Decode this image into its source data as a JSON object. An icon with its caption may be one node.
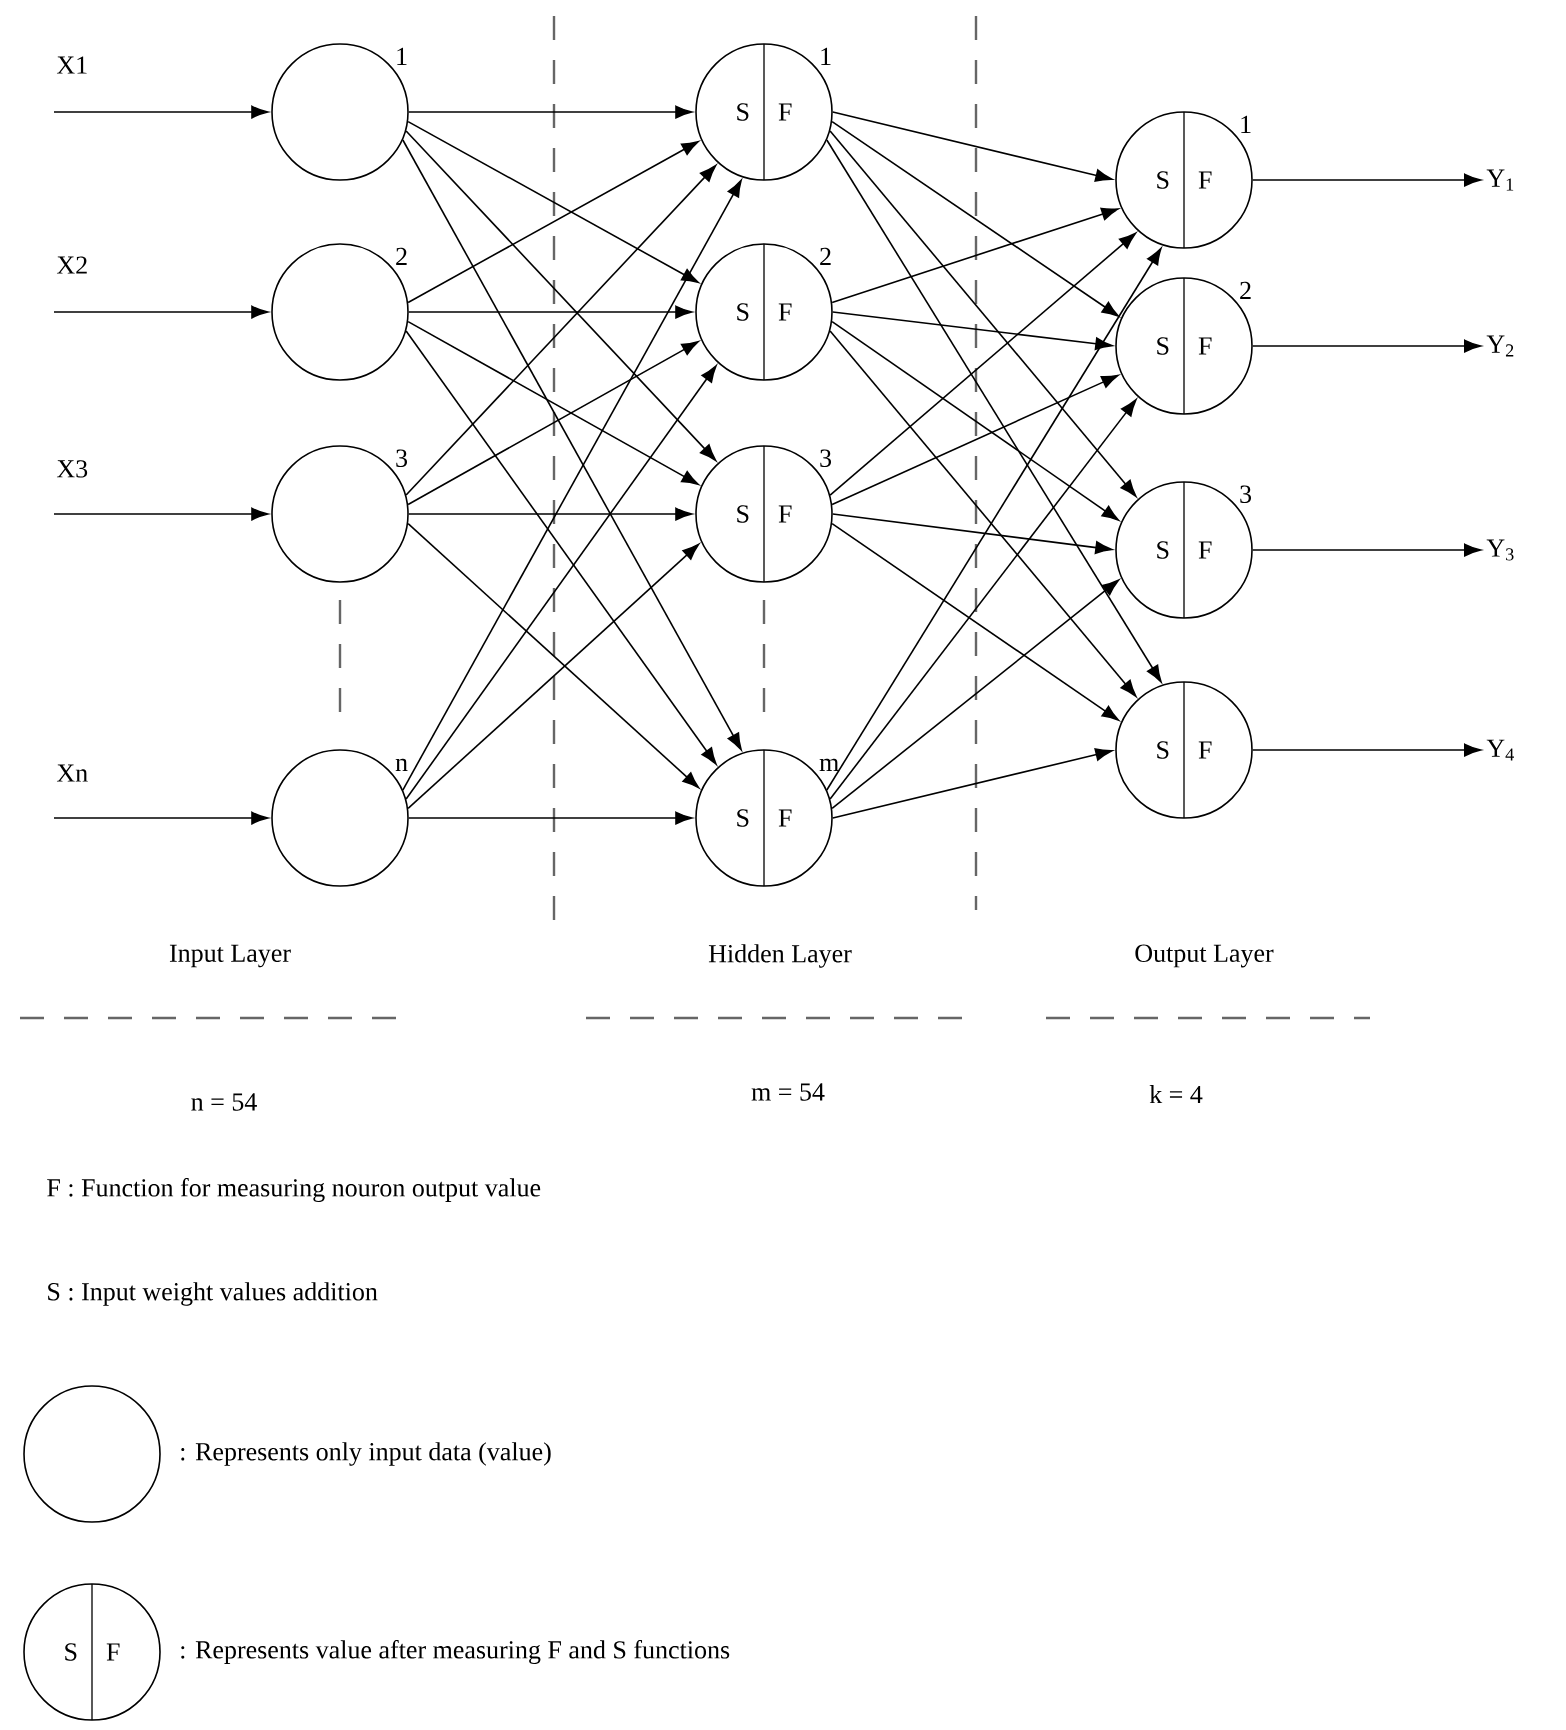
{
  "diagram": {
    "nodes": [
      {
        "text": [
          "X1"
        ]
      },
      {
        "text": [
          "X2"
        ]
      },
      {
        "text": [
          "X3"
        ]
      },
      {
        "text": [
          "Xn"
        ]
      },
      {
        "text": [],
        "shape": "circle",
        "beside": [
          "1"
        ]
      },
      {
        "text": [],
        "shape": "circle",
        "beside": [
          "2"
        ]
      },
      {
        "text": [],
        "shape": "circle",
        "beside": [
          "3"
        ]
      },
      {
        "text": [],
        "shape": "circle",
        "beside": [
          "n"
        ]
      },
      {
        "text": [
          "S",
          "F"
        ],
        "beside": [
          "1"
        ]
      },
      {
        "text": [
          "S",
          "F"
        ],
        "beside": [
          "2"
        ]
      },
      {
        "text": [
          "S",
          "F"
        ],
        "beside": [
          "3"
        ]
      },
      {
        "text": [
          "S",
          "F"
        ],
        "beside": [
          "m"
        ]
      },
      {
        "text": [
          "S",
          "F"
        ],
        "beside": [
          "1"
        ]
      },
      {
        "text": [
          "S",
          "F"
        ],
        "beside": [
          "2"
        ]
      },
      {
        "text": [
          "S",
          "F"
        ],
        "beside": [
          "3"
        ]
      },
      {
        "text": [
          "S",
          "F"
        ]
      },
      {
        "text": [
          "Y$_{1}$"
        ]
      },
      {
        "text": [
          "Y$_{2}$"
        ]
      },
      {
        "text": [
          "Y$_{3}$"
        ]
      },
      {
        "text": [
          "Y$_{4}$"
        ]
      },
      {
        "text": [],
        "shape": "circle",
        "beside": [
          ": Represents only input data (value)"
        ]
      },
      {
        "text": [
          "S",
          "F"
        ],
        "beside": [
          ": Represents value after measuring F and S functions"
        ]
      }
    ],
    "edges": [
      {
        "from": 0,
        "to": 4,
        "arrow": "to"
      },
      {
        "from": 1,
        "to": 5,
        "arrow": "to"
      },
      {
        "from": 2,
        "to": 6,
        "arrow": "to"
      },
      {
        "from": 3,
        "to": 7,
        "arrow": "to"
      },
      {
        "from": 4,
        "to": 8,
        "arrow": "to"
      },
      {
        "from": 4,
        "to": 9,
        "arrow": "to"
      },
      {
        "from": 4,
        "to": 10,
        "arrow": "to"
      },
      {
        "from": 4,
        "to": 11,
        "arrow": "to"
      },
      {
        "from": 5,
        "to": 8,
        "arrow": "to"
      },
      {
        "from": 5,
        "to": 9,
        "arrow": "to"
      },
      {
        "from": 5,
        "to": 10,
        "arrow": "to"
      },
      {
        "from": 5,
        "to": 11,
        "arrow": "to"
      },
      {
        "from": 6,
        "to": 8,
        "arrow": "to"
      },
      {
        "from": 6,
        "to": 9,
        "arrow": "to"
      },
      {
        "from": 6,
        "to": 10,
        "arrow": "to"
      },
      {
        "from": 6,
        "to": 11,
        "arrow": "to"
      },
      {
        "from": 7,
        "to": 8,
        "arrow": "to"
      },
      {
        "from": 7,
        "to": 9,
        "arrow": "to"
      },
      {
        "from": 7,
        "to": 10,
        "arrow": "to"
      },
      {
        "from": 7,
        "to": 11,
        "arrow": "to"
      },
      {
        "from": 8,
        "to": 12,
        "arrow": "to"
      },
      {
        "from": 8,
        "to": 13,
        "arrow": "to"
      },
      {
        "from": 8,
        "to": 14,
        "arrow": "to"
      },
      {
        "from": 8,
        "to": 15,
        "arrow": "to"
      },
      {
        "from": 9,
        "to": 12,
        "arrow": "to"
      },
      {
        "from": 9,
        "to": 13,
        "arrow": "to"
      },
      {
        "from": 9,
        "to": 14,
        "arrow": "to"
      },
      {
        "from": 9,
        "to": 15,
        "arrow": "to"
      },
      {
        "from": 10,
        "to": 12,
        "arrow": "to"
      },
      {
        "from": 10,
        "to": 13,
        "arrow": "to"
      },
      {
        "from": 10,
        "to": 14,
        "arrow": "to"
      },
      {
        "from": 10,
        "to": 15,
        "arrow": "to"
      },
      {
        "from": 11,
        "to": 12,
        "arrow": "to"
      },
      {
        "from": 11,
        "to": 13,
        "arrow": "to"
      },
      {
        "from": 11,
        "to": 14,
        "arrow": "to"
      },
      {
        "from": 11,
        "to": 15,
        "arrow": "to"
      },
      {
        "from": 12,
        "to": 16,
        "arrow": "to"
      },
      {
        "from": 13,
        "to": 17,
        "arrow": "to"
      },
      {
        "from": 14,
        "to": 18,
        "arrow": "to"
      },
      {
        "from": 15,
        "to": 19,
        "arrow": "to"
      }
    ],
    "labels": [
      "Input Layer",
      "Hidden Layer",
      "Output Layer",
      "n = 54",
      "m = 54",
      "k = 4",
      "F : Function for measuring nouron output value",
      "S : Input weight values addition"
    ]
  }
}
